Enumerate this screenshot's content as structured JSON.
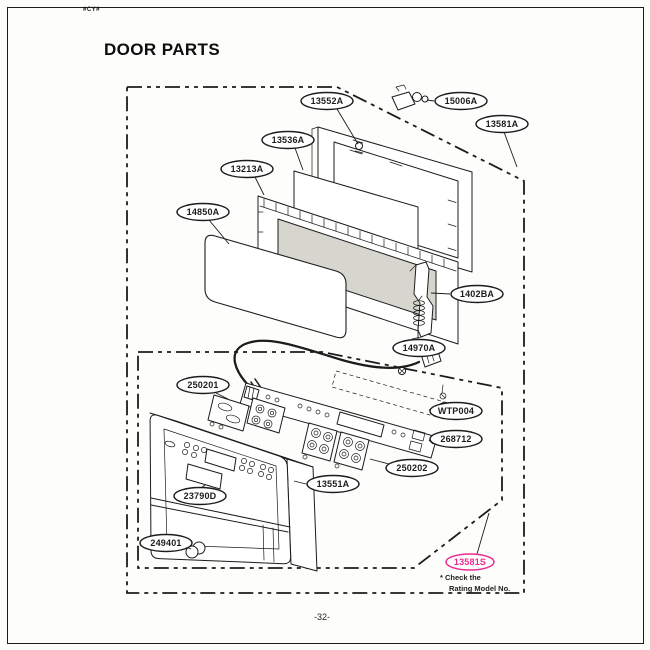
{
  "page": {
    "header_code": "#CY#",
    "title": "DOOR PARTS",
    "page_number": "-32-",
    "note_line1": "* Check the",
    "note_line2": "Rating Model No."
  },
  "colors": {
    "ink": "#1c1c1c",
    "highlight_pink": "#ec2a90",
    "glass_gray": "#d6d6cf",
    "paper": "#fdfdfb"
  },
  "callouts": [
    {
      "label": "13552A"
    },
    {
      "label": "15006A"
    },
    {
      "label": "13581A"
    },
    {
      "label": "13536A"
    },
    {
      "label": "13213A"
    },
    {
      "label": "14850A"
    },
    {
      "label": "1402BA"
    },
    {
      "label": "14970A"
    },
    {
      "label": "250201"
    },
    {
      "label": "WTP004"
    },
    {
      "label": "268712"
    },
    {
      "label": "250202"
    },
    {
      "label": "13551A"
    },
    {
      "label": "23790D"
    },
    {
      "label": "249401"
    },
    {
      "label": "13581S"
    }
  ]
}
